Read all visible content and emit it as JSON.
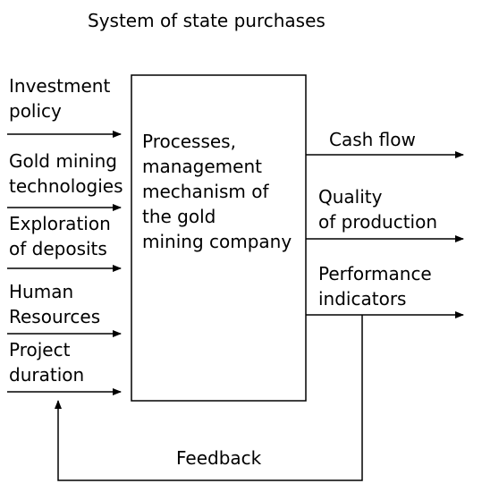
{
  "diagram": {
    "title": "System of state purchases",
    "center_box": [
      "Processes,",
      "management",
      "mechanism of",
      "the gold",
      "mining company"
    ],
    "inputs": [
      {
        "lines": [
          "Investment",
          "policy"
        ]
      },
      {
        "lines": [
          "Gold mining",
          "technologies"
        ]
      },
      {
        "lines": [
          "Exploration",
          "of deposits"
        ]
      },
      {
        "lines": [
          "Human",
          "Resources"
        ]
      },
      {
        "lines": [
          "Project",
          "duration"
        ]
      }
    ],
    "outputs": [
      {
        "lines": [
          "Cash flow"
        ]
      },
      {
        "lines": [
          "Quality",
          "of production"
        ]
      },
      {
        "lines": [
          "Performance",
          "indicators"
        ]
      }
    ],
    "feedback_label": "Feedback",
    "colors": {
      "line": "#000000",
      "text": "#000000",
      "background": "#ffffff"
    }
  }
}
